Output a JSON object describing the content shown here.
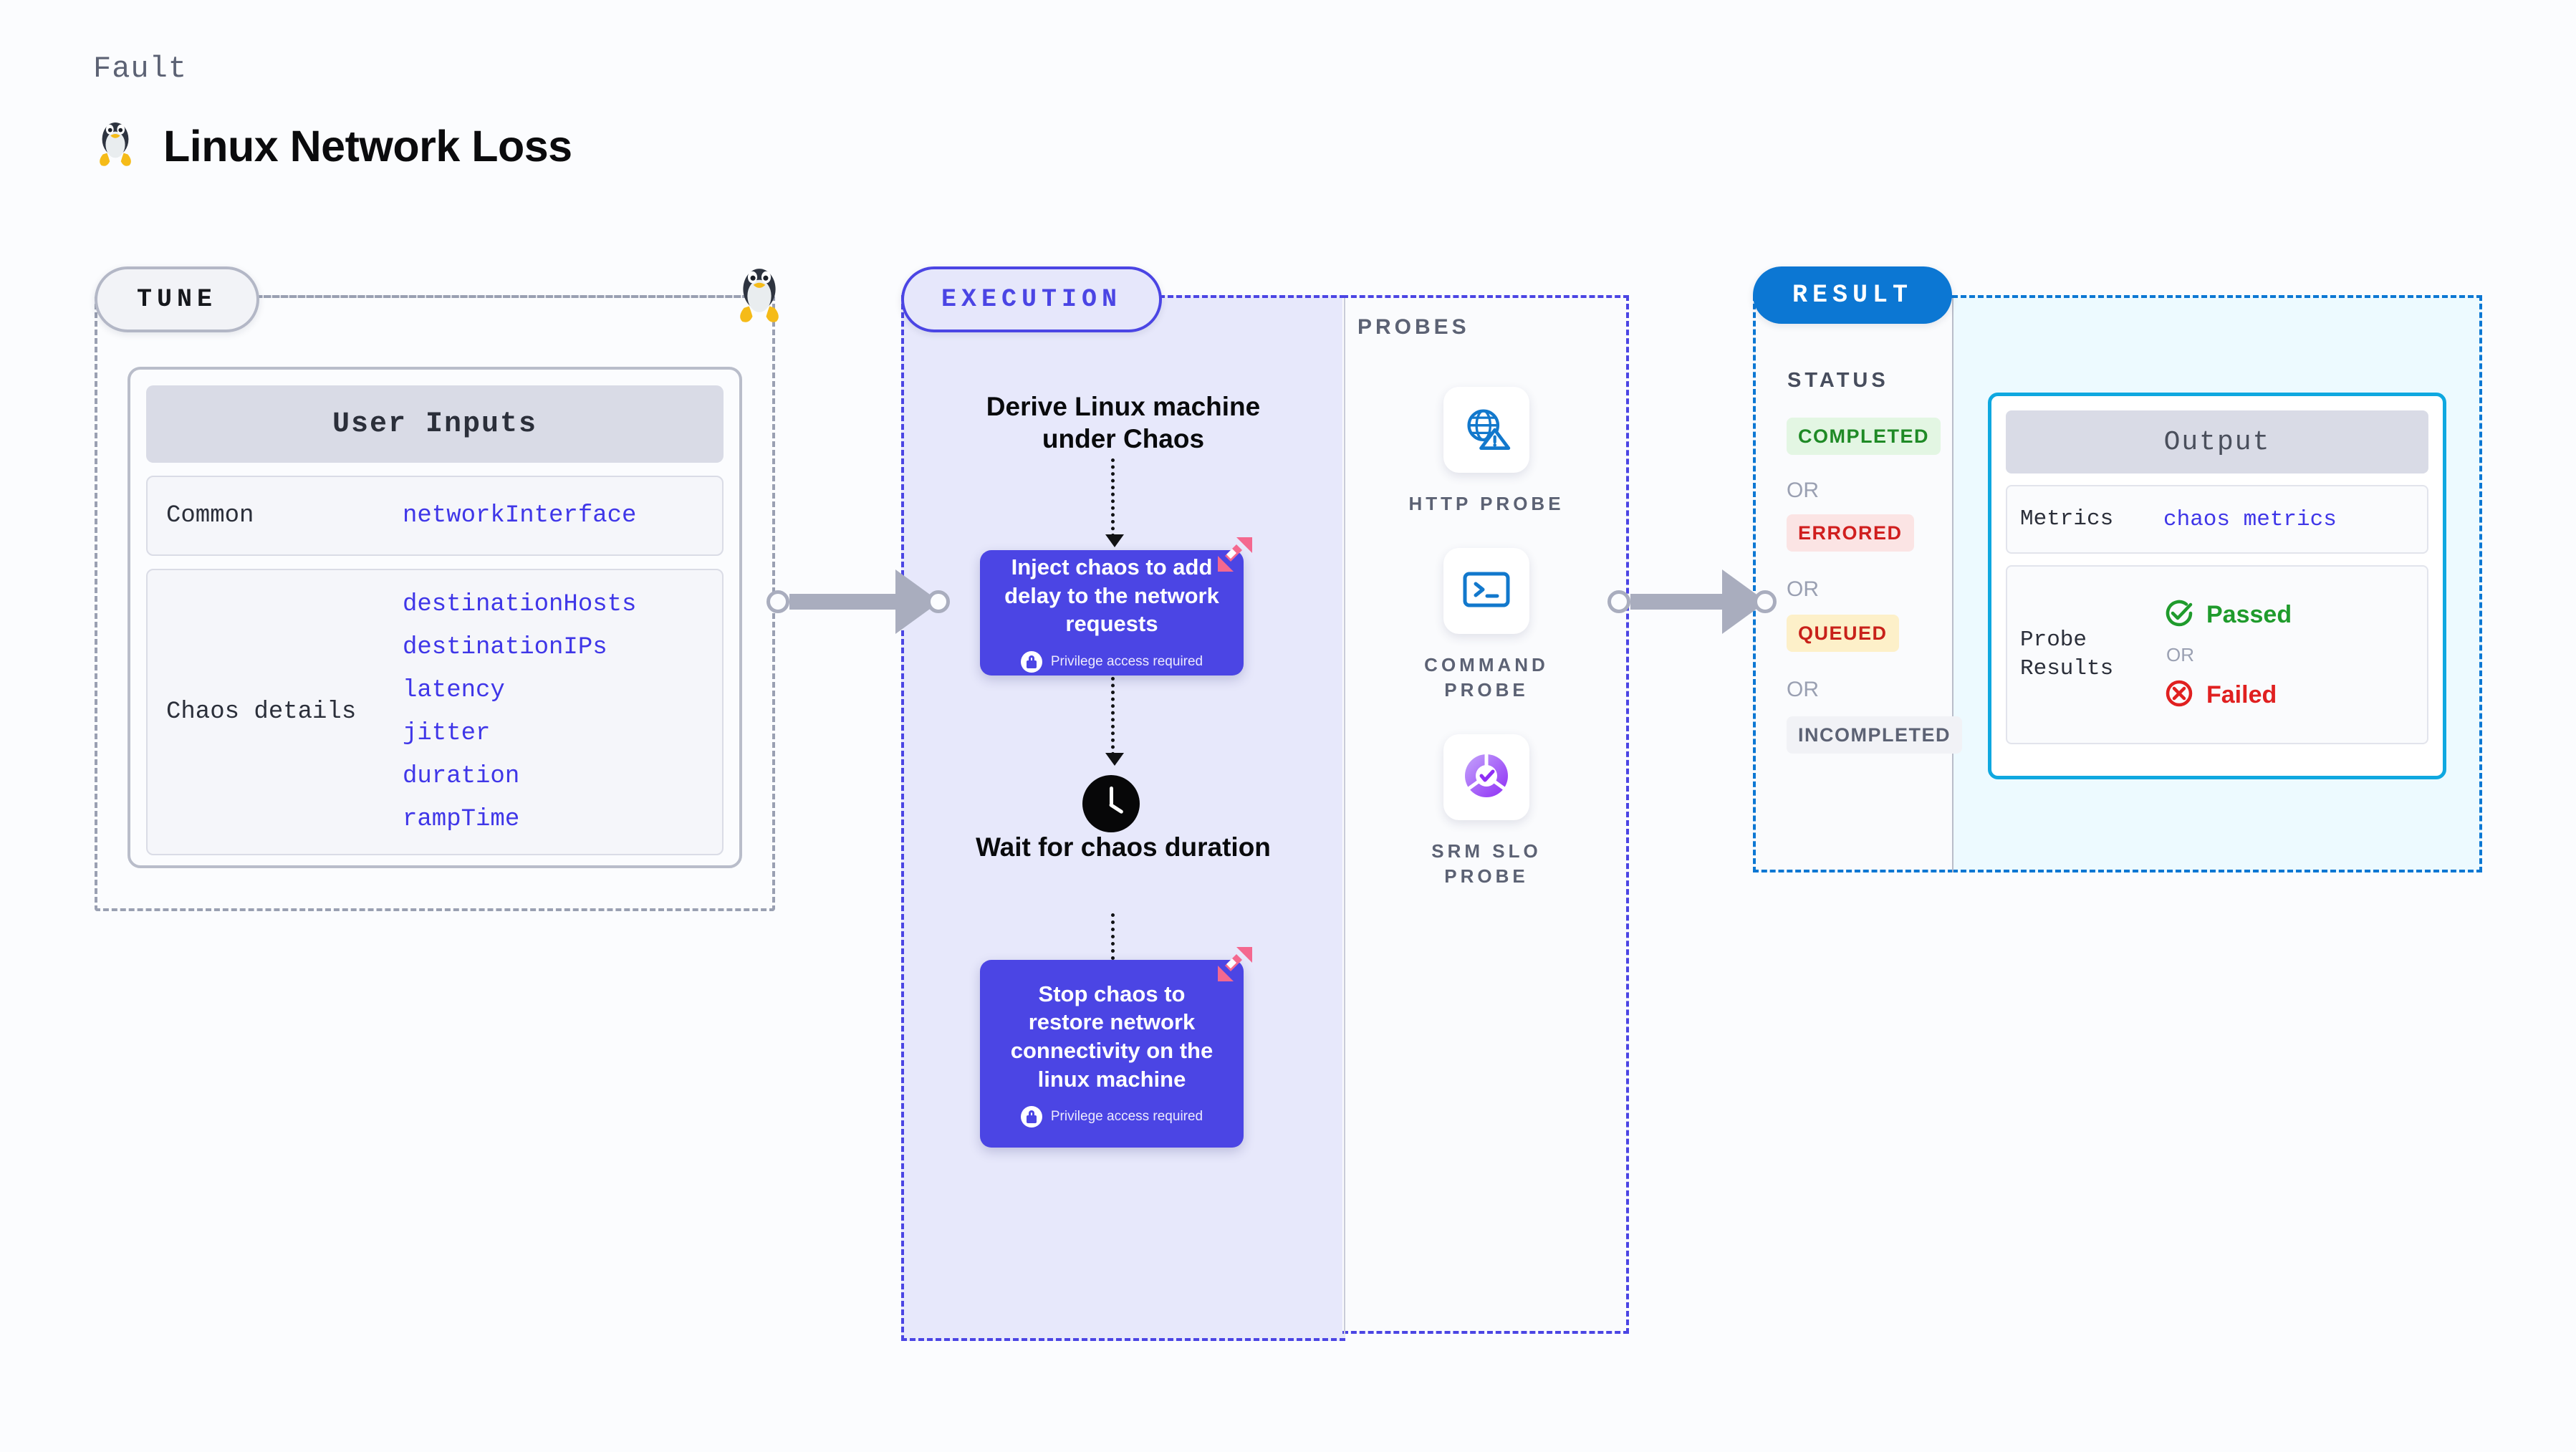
{
  "header": {
    "kicker": "Fault",
    "title": "Linux Network Loss",
    "icon": "linux-tux-icon"
  },
  "tune": {
    "pill_label": "TUNE",
    "border_icon": "linux-tux-icon",
    "card": {
      "title": "User Inputs",
      "sections": [
        {
          "key": "Common",
          "values": [
            "networkInterface"
          ]
        },
        {
          "key": "Chaos details",
          "values": [
            "destinationHosts",
            "destinationIPs",
            "latency",
            "jitter",
            "duration",
            "rampTime"
          ]
        }
      ]
    }
  },
  "execution": {
    "pill_label": "EXECUTION",
    "steps": [
      {
        "type": "text",
        "label": "Derive Linux machine under Chaos"
      },
      {
        "type": "node",
        "label": "Inject chaos to add delay to the network requests",
        "privilege": "Privilege access required",
        "badge": "harness-logo-icon"
      },
      {
        "type": "wait",
        "label": "Wait for chaos duration",
        "icon": "clock-icon"
      },
      {
        "type": "node",
        "label": "Stop chaos to restore network connectivity on the linux machine",
        "privilege": "Privilege access required",
        "badge": "harness-logo-icon"
      }
    ]
  },
  "probes": {
    "label": "PROBES",
    "items": [
      {
        "name": "HTTP PROBE",
        "icon": "globe-warning-icon"
      },
      {
        "name": "COMMAND PROBE",
        "icon": "terminal-icon"
      },
      {
        "name": "SRM SLO PROBE",
        "icon": "slo-donut-check-icon"
      }
    ]
  },
  "result": {
    "pill_label": "RESULT",
    "status_label": "STATUS",
    "or_label": "OR",
    "statuses": [
      {
        "label": "COMPLETED",
        "bg": "#e3f6e3",
        "fg": "#1f8a26"
      },
      {
        "label": "ERRORED",
        "bg": "#fbe4e4",
        "fg": "#d01e1e"
      },
      {
        "label": "QUEUED",
        "bg": "#fdf0c9",
        "fg": "#c8211a"
      },
      {
        "label": "INCOMPLETED",
        "bg": "#f1f2f6",
        "fg": "#5c6274"
      }
    ]
  },
  "output": {
    "title": "Output",
    "metrics_key": "Metrics",
    "metrics_value": "chaos metrics",
    "probe_key": "Probe Results",
    "passed_label": "Passed",
    "failed_label": "Failed",
    "or_label": "OR"
  },
  "colors": {
    "background": "#fbfcfe",
    "accent_purple": "#4b45e4",
    "accent_blue": "#0c77d3",
    "accent_cyan": "#0fa8e0",
    "mono_value": "#3f36e8",
    "arrow_grey": "#a9adbe",
    "pass_green": "#1f9b2c",
    "fail_red": "#e02020",
    "harness_pink": "#f4688f"
  }
}
